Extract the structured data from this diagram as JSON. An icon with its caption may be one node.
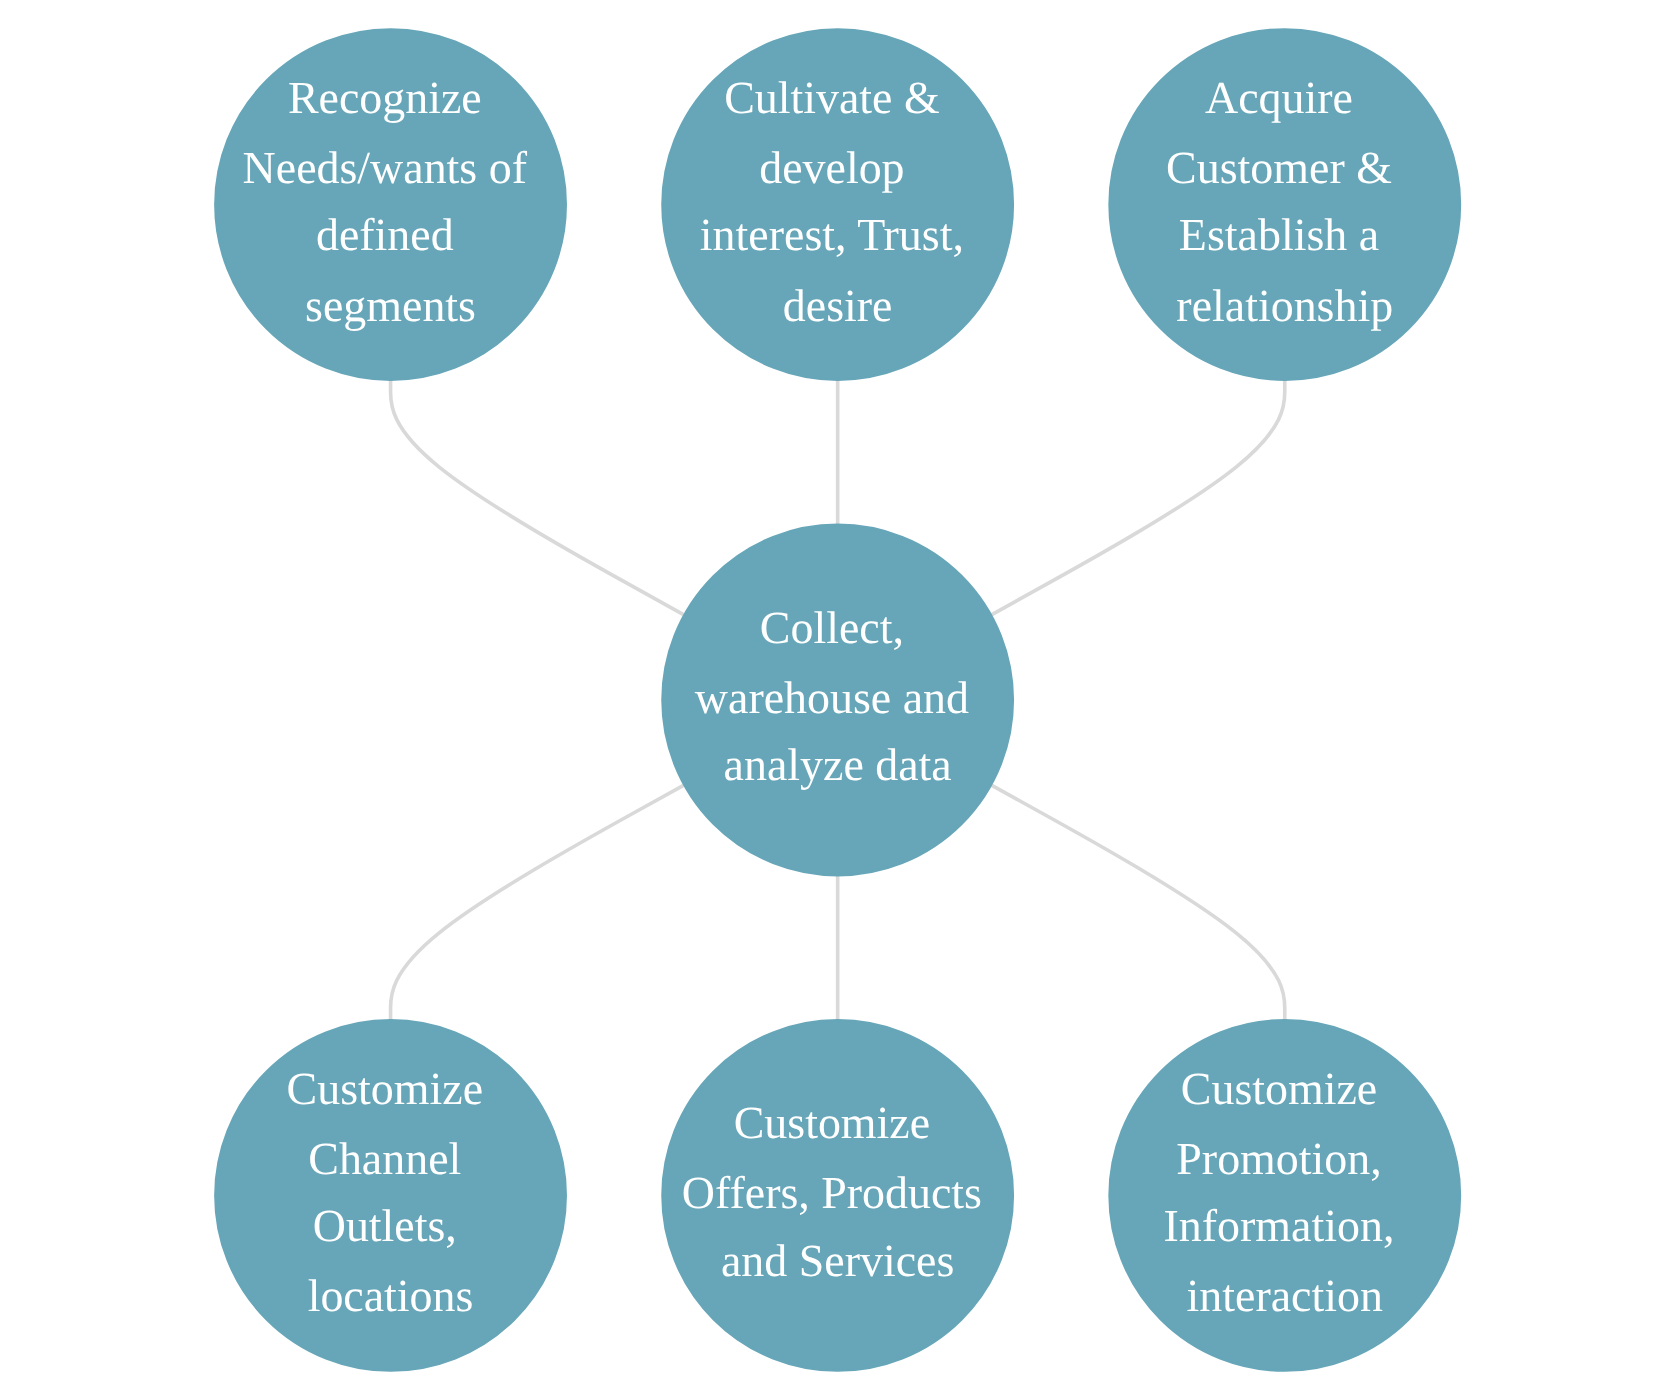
{
  "diagram": {
    "nodes": [
      {
        "text": [
          "Cultivate & develop interest, Trust, desire"
        ]
      },
      {
        "text": [
          "Recognize Needs/wants of defined segments"
        ]
      },
      {
        "text": [
          "Acquire Customer & Establish a relationship"
        ]
      },
      {
        "text": [
          "Collect, warehouse and analyze data"
        ]
      },
      {
        "text": [
          "Customize Channel Outlets, locations"
        ]
      },
      {
        "text": [
          "Customize Promotion, Information, interaction"
        ]
      },
      {
        "text": [
          "Customize Offers, Products and Services"
        ]
      }
    ],
    "edges": [
      {
        "from": 1,
        "to": 3,
        "arrow": "none"
      },
      {
        "from": 0,
        "to": 3,
        "arrow": "none"
      },
      {
        "from": 2,
        "to": 3,
        "arrow": "none"
      },
      {
        "from": 3,
        "to": 4,
        "arrow": "none"
      },
      {
        "from": 3,
        "to": 6,
        "arrow": "none"
      },
      {
        "from": 3,
        "to": 5,
        "arrow": "none"
      }
    ]
  }
}
